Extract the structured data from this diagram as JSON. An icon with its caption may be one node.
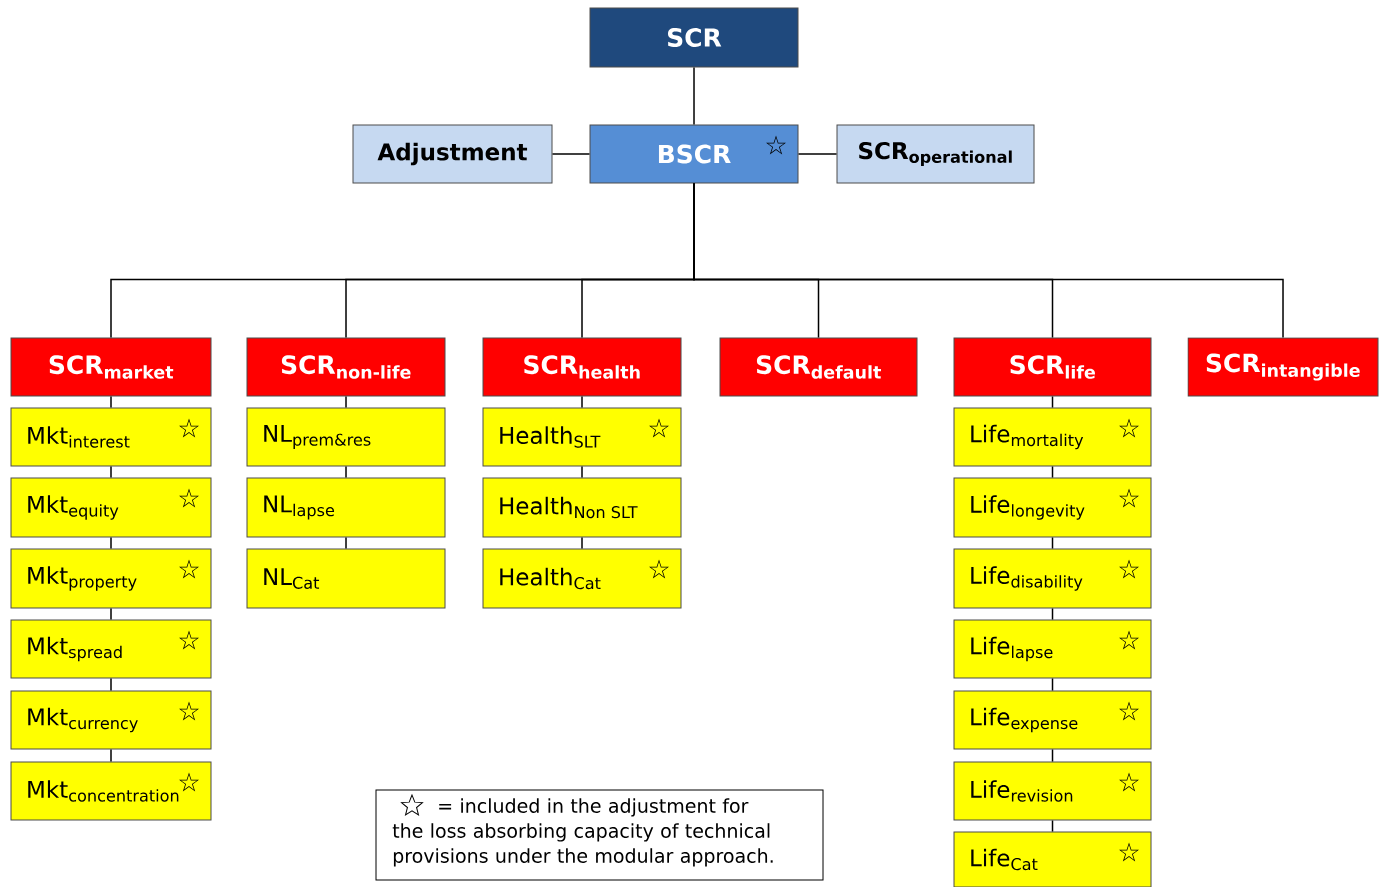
{
  "diagram": {
    "nodes": [
      {
        "text": [
          "SCR"
        ]
      },
      {
        "text": [
          "Adjustment"
        ]
      },
      {
        "text": [
          "BSCR",
          "☆"
        ]
      },
      {
        "text": [
          "\\textbf{SCR}_{\\textbf{operational}}"
        ]
      },
      {
        "text": [
          "\\textbf{SCR}_{\\textbf{market}}"
        ]
      },
      {
        "text": [
          "\\textbf{SCR}_{\\textbf{non-life}}"
        ]
      },
      {
        "text": [
          "\\textbf{SCR}_{\\textbf{health}}"
        ]
      },
      {
        "text": [
          "\\textbf{SCR}_{\\textbf{default}}"
        ]
      },
      {
        "text": [
          "\\textbf{SCR}_{\\textbf{life}}"
        ]
      },
      {
        "text": [
          "\\textbf{SCR}_{\\textbf{intangible}}"
        ]
      },
      {
        "text": [
          "\\text{Mkt}_{\\text{interest}}",
          "☆"
        ]
      },
      {
        "text": [
          "\\text{Mkt}_{\\text{equity}}",
          "☆"
        ]
      },
      {
        "text": [
          "\\text{Mkt}_{\\text{property}}",
          "☆"
        ]
      },
      {
        "text": [
          "\\text{Mkt}_{\\text{spread}}",
          "☆"
        ]
      },
      {
        "text": [
          "\\text{Mkt}_{\\text{currency}}",
          "☆"
        ]
      },
      {
        "text": [
          "\\text{Mkt}_{\\text{concentration}}",
          "☆"
        ]
      },
      {
        "text": [
          "\\text{NL}_{\\text{prem\\&res}}"
        ]
      },
      {
        "text": [
          "\\text{NL}_{\\text{lapse}}"
        ]
      },
      {
        "text": [
          "\\text{NL}_{\\text{Cat}}"
        ]
      },
      {
        "text": [
          "\\text{Health}_{\\text{SLT}}",
          "☆"
        ]
      },
      {
        "text": [
          "\\text{Health}_{\\text{Non SLT}}"
        ]
      },
      {
        "text": [
          "\\text{Health}_{\\text{Cat}}",
          "☆"
        ]
      },
      {
        "text": [
          "\\text{Life}_{\\text{mortality}}",
          "☆"
        ]
      },
      {
        "text": [
          "\\text{Life}_{\\text{longevity}}",
          "☆"
        ]
      },
      {
        "text": [
          "\\text{Life}_{\\text{disability}}",
          "☆"
        ]
      },
      {
        "text": [
          "\\text{Life}_{\\text{lapse}}",
          "☆"
        ]
      },
      {
        "text": [
          "\\text{Life}_{\\text{expense}}",
          "☆"
        ]
      },
      {
        "text": [
          "\\text{Life}_{\\text{revision}}",
          "☆"
        ]
      },
      {
        "text": [
          "\\text{Life}_{\\text{Cat}}",
          "☆"
        ]
      }
    ],
    "edges": [
      {
        "from": 0,
        "to": 2,
        "arrow": "none"
      },
      {
        "from": 1,
        "to": 2,
        "arrow": "none"
      },
      {
        "from": 2,
        "to": 3,
        "arrow": "none"
      },
      {
        "from": 2,
        "to": 4,
        "arrow": "none"
      },
      {
        "from": 2,
        "to": 5,
        "arrow": "none"
      },
      {
        "from": 2,
        "to": 6,
        "arrow": "none"
      },
      {
        "from": 2,
        "to": 7,
        "arrow": "none"
      },
      {
        "from": 2,
        "to": 8,
        "arrow": "none"
      },
      {
        "from": 2,
        "to": 9,
        "arrow": "none"
      },
      {
        "from": 4,
        "to": 10,
        "arrow": "none"
      },
      {
        "from": 10,
        "to": 11,
        "arrow": "none"
      },
      {
        "from": 11,
        "to": 12,
        "arrow": "none"
      },
      {
        "from": 12,
        "to": 13,
        "arrow": "none"
      },
      {
        "from": 13,
        "to": 14,
        "arrow": "none"
      },
      {
        "from": 14,
        "to": 15,
        "arrow": "none"
      },
      {
        "from": 5,
        "to": 16,
        "arrow": "none"
      },
      {
        "from": 16,
        "to": 17,
        "arrow": "none"
      },
      {
        "from": 17,
        "to": 18,
        "arrow": "none"
      },
      {
        "from": 6,
        "to": 19,
        "arrow": "none"
      },
      {
        "from": 19,
        "to": 20,
        "arrow": "none"
      },
      {
        "from": 20,
        "to": 21,
        "arrow": "none"
      },
      {
        "from": 8,
        "to": 22,
        "arrow": "none"
      },
      {
        "from": 22,
        "to": 23,
        "arrow": "none"
      },
      {
        "from": 23,
        "to": 24,
        "arrow": "none"
      },
      {
        "from": 24,
        "to": 25,
        "arrow": "none"
      },
      {
        "from": 25,
        "to": 26,
        "arrow": "none"
      },
      {
        "from": 26,
        "to": 27,
        "arrow": "none"
      },
      {
        "from": 27,
        "to": 28,
        "arrow": "none"
      }
    ],
    "legend": [
      {
        "text": "= included in the adjustment for the loss absorbing capacity of technical provisions under the modular approach."
      }
    ]
  }
}
